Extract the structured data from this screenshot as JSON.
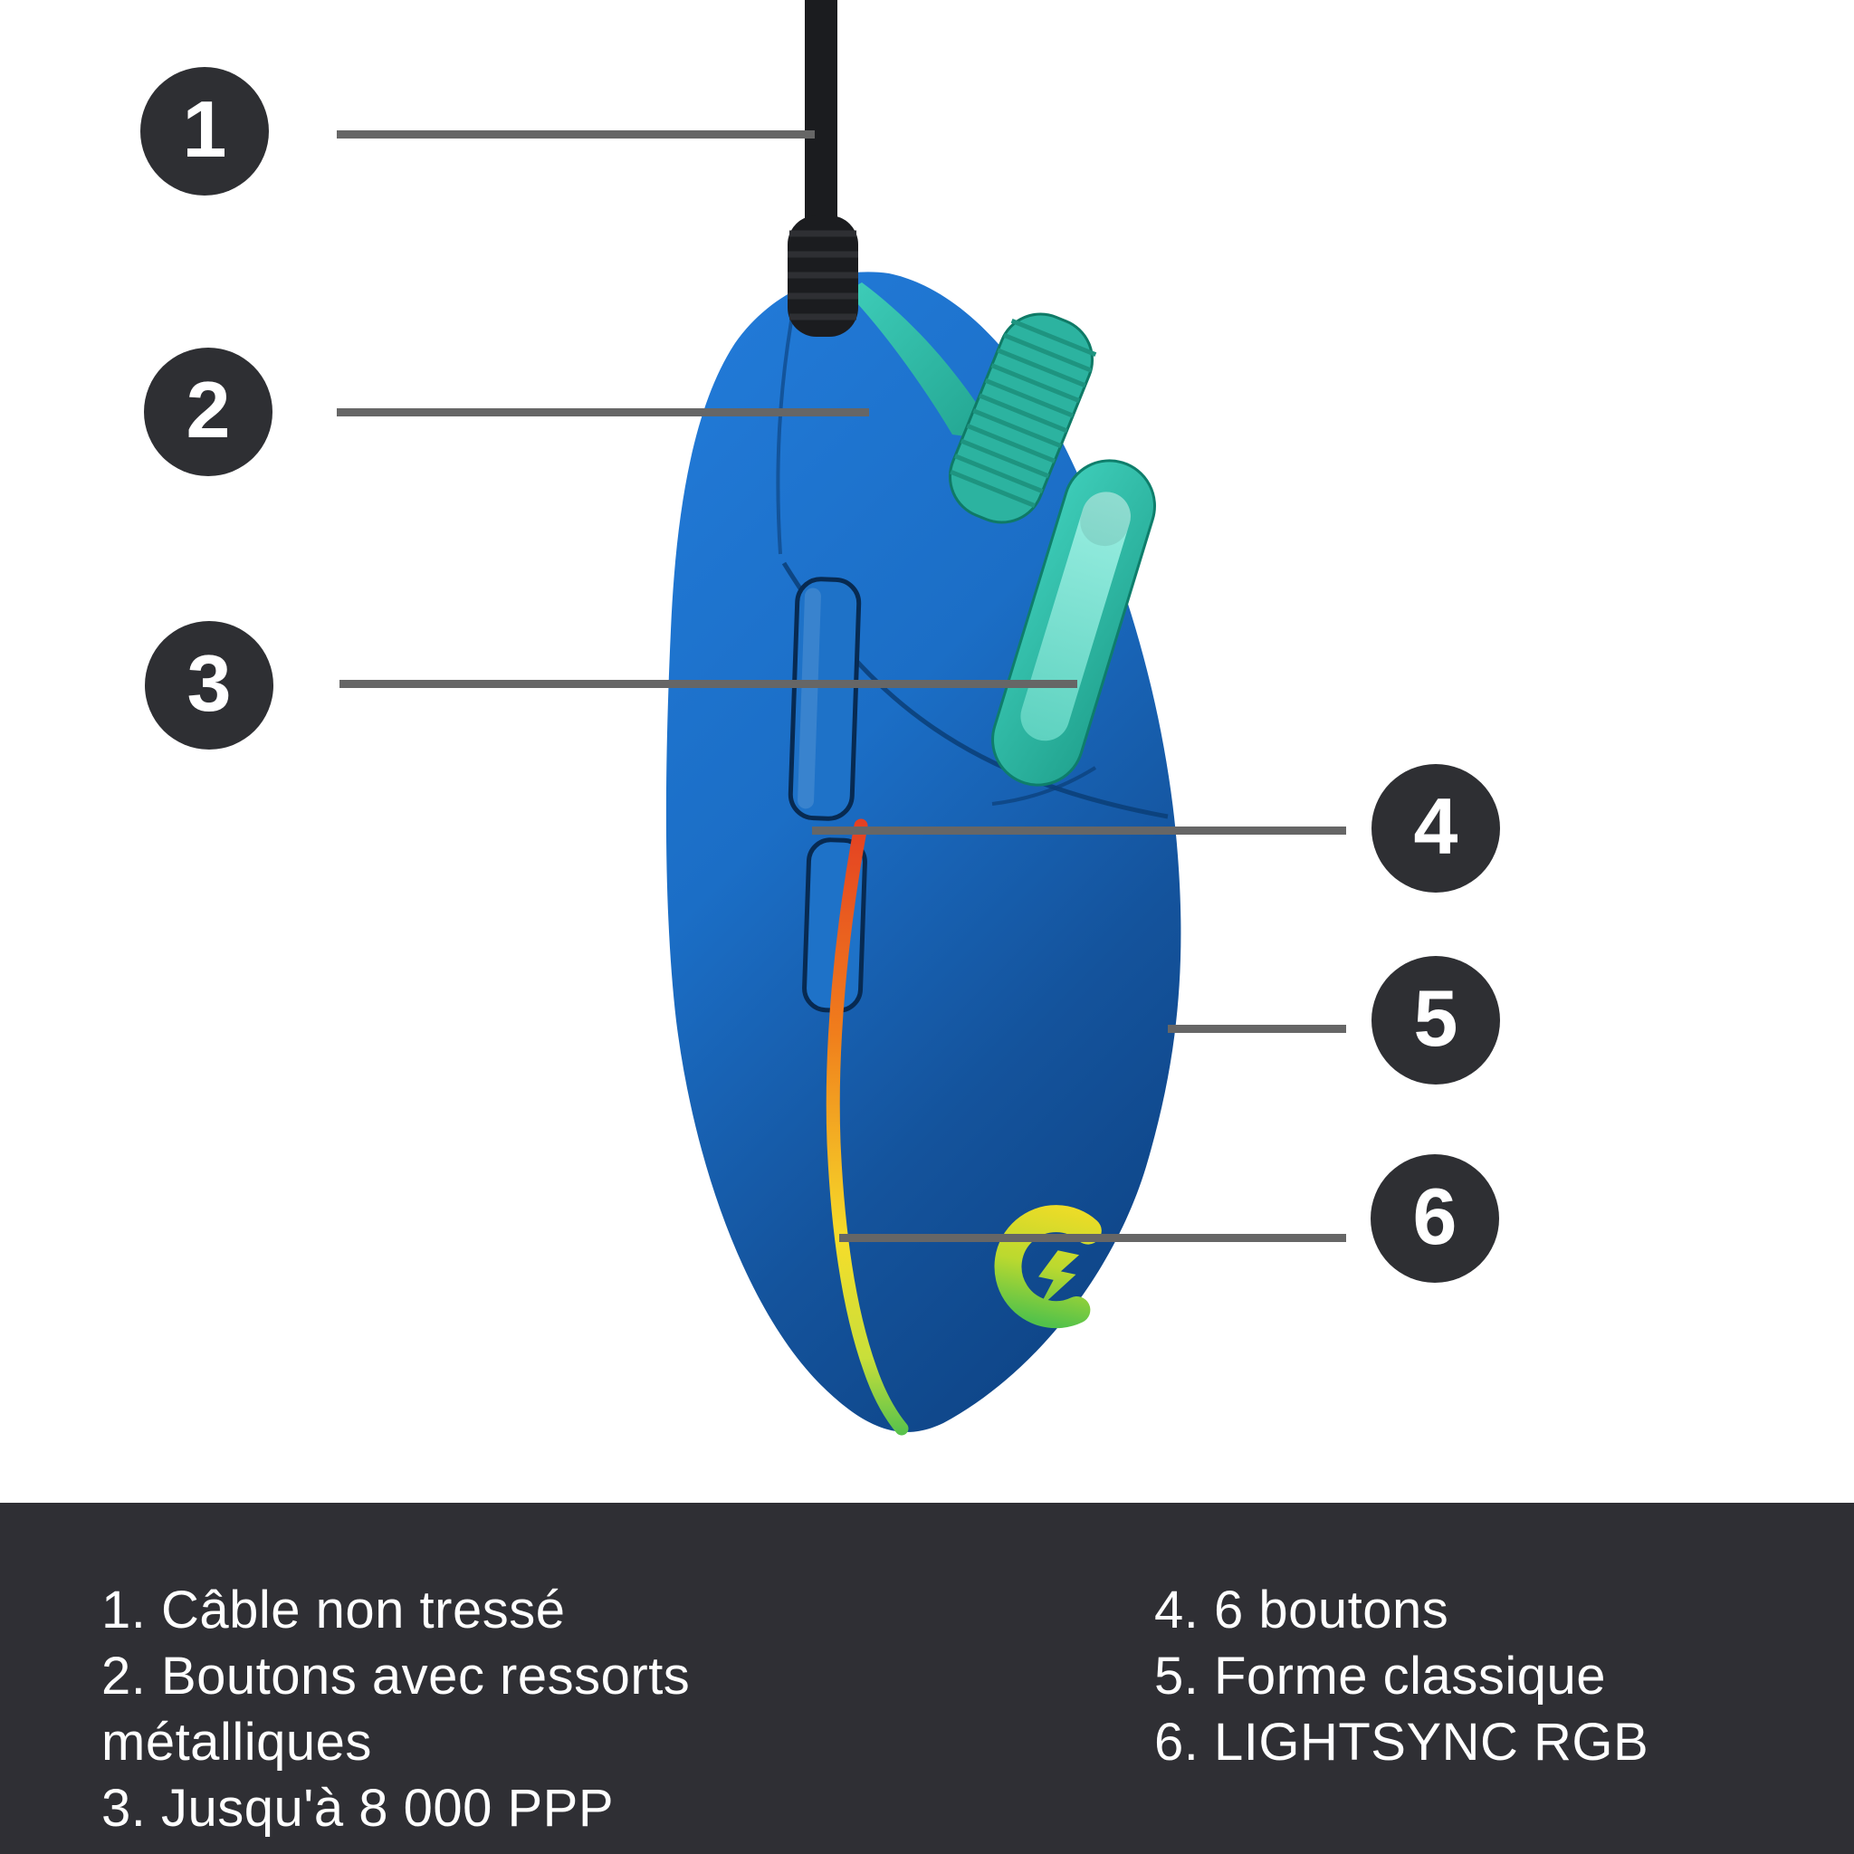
{
  "diagram": {
    "subject": "wired-gaming-mouse",
    "badges": [
      "1",
      "2",
      "3",
      "4",
      "5",
      "6"
    ]
  },
  "legend": {
    "left": [
      {
        "text": "1. Câble non tressé"
      },
      {
        "text": "2. Boutons avec ressorts métalliques"
      },
      {
        "text": "3. Jusqu'à 8 000 PPP"
      }
    ],
    "right": [
      {
        "text": "4. 6 boutons"
      },
      {
        "text": "5. Forme classique"
      },
      {
        "text": "6. LIGHTSYNC RGB"
      }
    ]
  },
  "icons": {
    "g_logo": "logitech-g-logo"
  },
  "colors": {
    "background": "#ffffff",
    "footer_background": "#2F2F34",
    "badge_background": "#2E2F33",
    "leader_line": "#666666",
    "legend_text": "#ffffff",
    "mouse_blue_light": "#2179D6",
    "mouse_blue": "#1B6EC6",
    "mouse_blue_dark": "#0E4486",
    "teal_wheel": "#2CB3A0",
    "teal_housing": "#3ECDB9",
    "teal_slot": "#8FE9DB",
    "cable_black": "#1B1C1F",
    "rgb_red": "#E33E23",
    "rgb_orange": "#F07E1C",
    "rgb_yellow": "#F6DD2A",
    "rgb_green": "#4FC04D",
    "logo_yellow": "#F4DC26",
    "logo_green": "#53C24A"
  }
}
